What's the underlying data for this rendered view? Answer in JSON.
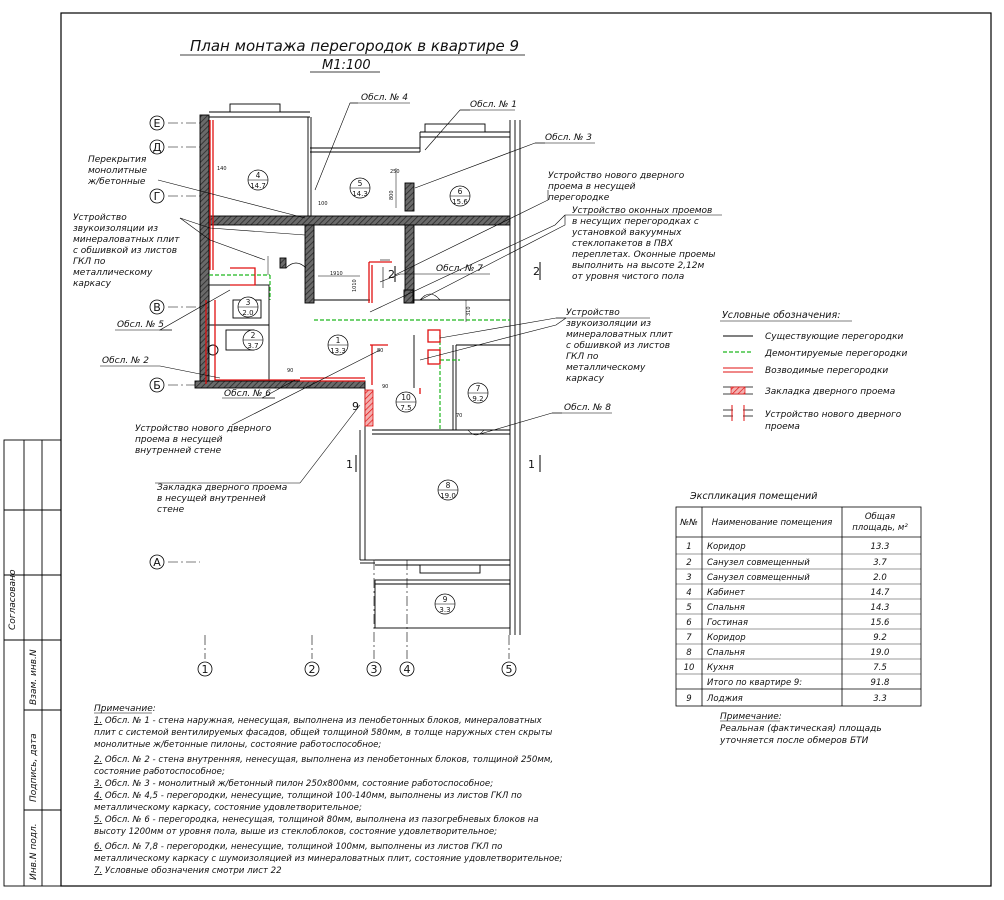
{
  "title": {
    "line1": "План монтажа перегородок в квартире 9",
    "line2": "М1:100"
  },
  "callouts": {
    "obsl1": "Обсл. № 1",
    "obsl2": "Обсл. № 2",
    "obsl3": "Обсл. № 3",
    "obsl4": "Обсл. № 4",
    "obsl5": "Обсл. № 5",
    "obsl6": "Обсл. № 6",
    "obsl7": "Обсл. № 7",
    "obsl8": "Обсл. № 8",
    "slabs": [
      "Перекрытия",
      "монолитные",
      "ж/бетонные"
    ],
    "insulation_left": [
      "Устройство",
      "звукоизоляции из",
      "минераловатных плит",
      "с обшивкой из листов",
      "ГКЛ по",
      "металлическому",
      "каркасу"
    ],
    "new_door_bearing": [
      "Устройство нового дверного",
      "проема в несущей",
      "перегородке"
    ],
    "windows": [
      "Устройство оконных проемов",
      "в несущих перегородках с",
      "установкой вакуумных",
      "стеклопакетов в ПВХ",
      "переплетах. Оконные проемы",
      "выполнить на высоте 2,12м",
      "от уровня чистого пола"
    ],
    "insulation_right": [
      "Устройство",
      "звукоизоляции из",
      "минераловатных плит",
      "с обшивкой из листов",
      "ГКЛ по",
      "металлическому",
      "каркасу"
    ],
    "new_door_internal": [
      "Устройство нового дверного",
      "проема в несущей",
      "внутренней стене"
    ],
    "door_closing": [
      "Закладка дверного проема",
      "в несущей внутренней",
      "стене"
    ]
  },
  "axes": {
    "rows": [
      "Е",
      "Д",
      "Г",
      "В",
      "Б",
      "А"
    ],
    "cols": [
      "1",
      "2",
      "3",
      "4",
      "5"
    ]
  },
  "rooms": [
    {
      "num": "1",
      "area": "13.3"
    },
    {
      "num": "2",
      "area": "3.7"
    },
    {
      "num": "3",
      "area": "2.0"
    },
    {
      "num": "4",
      "area": "14.7"
    },
    {
      "num": "5",
      "area": "14.3"
    },
    {
      "num": "6",
      "area": "15.6"
    },
    {
      "num": "7",
      "area": "9.2"
    },
    {
      "num": "8",
      "area": "19.0"
    },
    {
      "num": "9",
      "area": "3.3"
    },
    {
      "num": "10",
      "area": "7.5"
    }
  ],
  "plan_marks": {
    "d140": "140",
    "d100": "100",
    "d250": "250",
    "d800": "800",
    "d1910": "1910",
    "d1010": "1010",
    "d310": "310",
    "d90a": "90",
    "d90b": "90",
    "d80": "80",
    "d70": "70",
    "sec2a": "2",
    "sec2b": "2",
    "sec1a": "1",
    "sec1b": "1",
    "nine": "9"
  },
  "legend": {
    "title": "Условные обозначения:",
    "items": [
      {
        "label": "Существующие перегородки"
      },
      {
        "label": "Демонтируемые перегородки"
      },
      {
        "label": "Возводимые перегородки"
      },
      {
        "label": "Закладка дверного проема"
      },
      {
        "label": "Устройство нового дверного",
        "label2": "проема"
      }
    ]
  },
  "explication": {
    "title": "Экспликация помещений",
    "col_num": "№№",
    "col_name": "Наименование помещения",
    "col_area_1": "Общая",
    "col_area_2": "площадь, м²",
    "rows": [
      {
        "num": "1",
        "name": "Коридор",
        "area": "13.3"
      },
      {
        "num": "2",
        "name": "Санузел совмещенный",
        "area": "3.7"
      },
      {
        "num": "3",
        "name": "Санузел совмещенный",
        "area": "2.0"
      },
      {
        "num": "4",
        "name": "Кабинет",
        "area": "14.7"
      },
      {
        "num": "5",
        "name": "Спальня",
        "area": "14.3"
      },
      {
        "num": "6",
        "name": "Гостиная",
        "area": "15.6"
      },
      {
        "num": "7",
        "name": "Коридор",
        "area": "9.2"
      },
      {
        "num": "8",
        "name": "Спальня",
        "area": "19.0"
      },
      {
        "num": "10",
        "name": "Кухня",
        "area": "7.5"
      }
    ],
    "total_label": "Итого по квартире 9:",
    "total_area": "91.8",
    "loggia": {
      "num": "9",
      "name": "Лоджия",
      "area": "3.3"
    },
    "note_title": "Примечание:",
    "note_lines": [
      "Реальная (фактическая) площадь",
      "уточняется после обмеров БТИ"
    ]
  },
  "notes": {
    "title": "Примечание:",
    "lines": [
      {
        "n": "1.",
        "text": " Обсл. № 1 - стена наружная, ненесущая, выполнена из пенобетонных блоков, минераловатных"
      },
      {
        "n": "",
        "text": "плит с системой вентилируемых фасадов, общей толщиной 580мм, в толще наружных стен скрыты"
      },
      {
        "n": "",
        "text": "монолитные ж/бетонные пилоны, состояние работоспособное;"
      },
      {
        "n": "2.",
        "text": " Обсл. № 2 - стена внутренняя, ненесущая, выполнена из пенобетонных блоков, толщиной 250мм,"
      },
      {
        "n": "",
        "text": "состояние работоспособное;"
      },
      {
        "n": "3.",
        "text": " Обсл. № 3 - монолитный ж/бетонный пилон 250х800мм, состояние работоспособное;"
      },
      {
        "n": "4.",
        "text": " Обсл. № 4,5 - перегородки, ненесущие, толщиной 100-140мм, выполнены из листов ГКЛ по"
      },
      {
        "n": "",
        "text": "металлическому каркасу, состояние удовлетворительное;"
      },
      {
        "n": "5.",
        "text": " Обсл. № 6 - перегородка, ненесущая, толщиной 80мм, выполнена из пазогребневых блоков на"
      },
      {
        "n": "",
        "text": "высоту 1200мм от уровня пола, выше из стеклоблоков, состояние удовлетворительное;"
      },
      {
        "n": "6.",
        "text": " Обсл. № 7,8 - перегородки, ненесущие, толщиной 100мм, выполнены из листов ГКЛ по"
      },
      {
        "n": "",
        "text": "металлическому каркасу с шумоизоляцией из минераловатных плит, состояние удовлетворительное;"
      },
      {
        "n": "7.",
        "text": " Условные обозначения смотри лист 22"
      }
    ]
  },
  "side_stamp": {
    "agreed": "Согласовано",
    "inv_vzam": "Взам. инв.N",
    "sign_date": "Подпись, дата",
    "inv_orig": "Инв.N подл."
  },
  "colors": {
    "existing": "#000000",
    "demolished": "#1fb81f",
    "erected": "#e01010",
    "wall_hatch": "#555555"
  }
}
